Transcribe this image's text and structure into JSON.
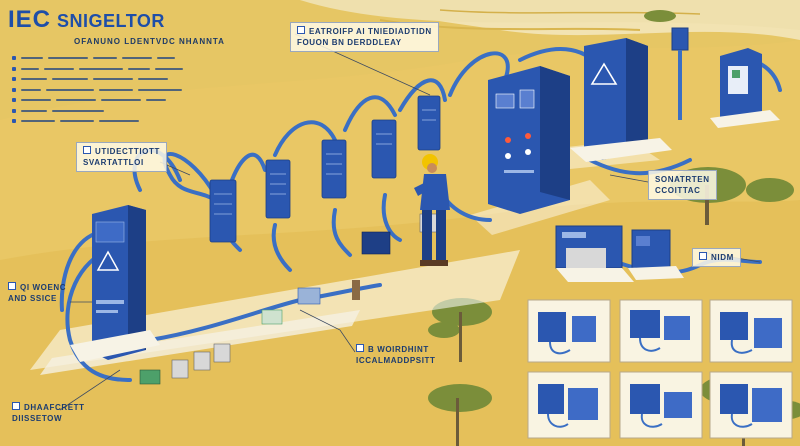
{
  "header": {
    "title_main": "IEC",
    "title_side": "SNIGELTOR",
    "subtitle": "OFANUNO LDENTVDC NHANNTA"
  },
  "bullets": [
    {
      "id": "b1",
      "widths": [
        22,
        40,
        24,
        30,
        18
      ]
    },
    {
      "id": "b2",
      "widths": [
        18,
        30,
        44,
        22,
        28
      ]
    },
    {
      "id": "b3",
      "widths": [
        26,
        36,
        40,
        30
      ]
    },
    {
      "id": "b4",
      "widths": [
        20,
        48,
        34,
        44
      ]
    },
    {
      "id": "b5",
      "widths": [
        30,
        40,
        40,
        20
      ]
    },
    {
      "id": "b6",
      "widths": [
        26,
        52
      ]
    },
    {
      "id": "b7",
      "widths": [
        34,
        34,
        40
      ]
    }
  ],
  "labels": {
    "top_center": "EATROIFP AI TNIEDIADTIDN\nFOUON BN DERDDLEAY",
    "left_upper": "UTIDECTTIOTT\nSVARTATTLOI",
    "left_mid": "QI WOENC\nAND SSICE",
    "bottom_left": "DHAAFCRETT\nDIISSETOW",
    "bottom_center": "B WOIRDHINT\nICCALMADDPSITT",
    "right_upper": "SONATRTEN\nCCOITTAC",
    "right_mid": "NIDM"
  },
  "colors": {
    "sky": "#f2e1a6",
    "field": "#e5c35f",
    "equipment": "#2b57b0",
    "cable": "#3a6fc4"
  },
  "icons": [
    "warning-triangle-icon",
    "checkbox-icon",
    "worker-figure",
    "tree-icon"
  ]
}
